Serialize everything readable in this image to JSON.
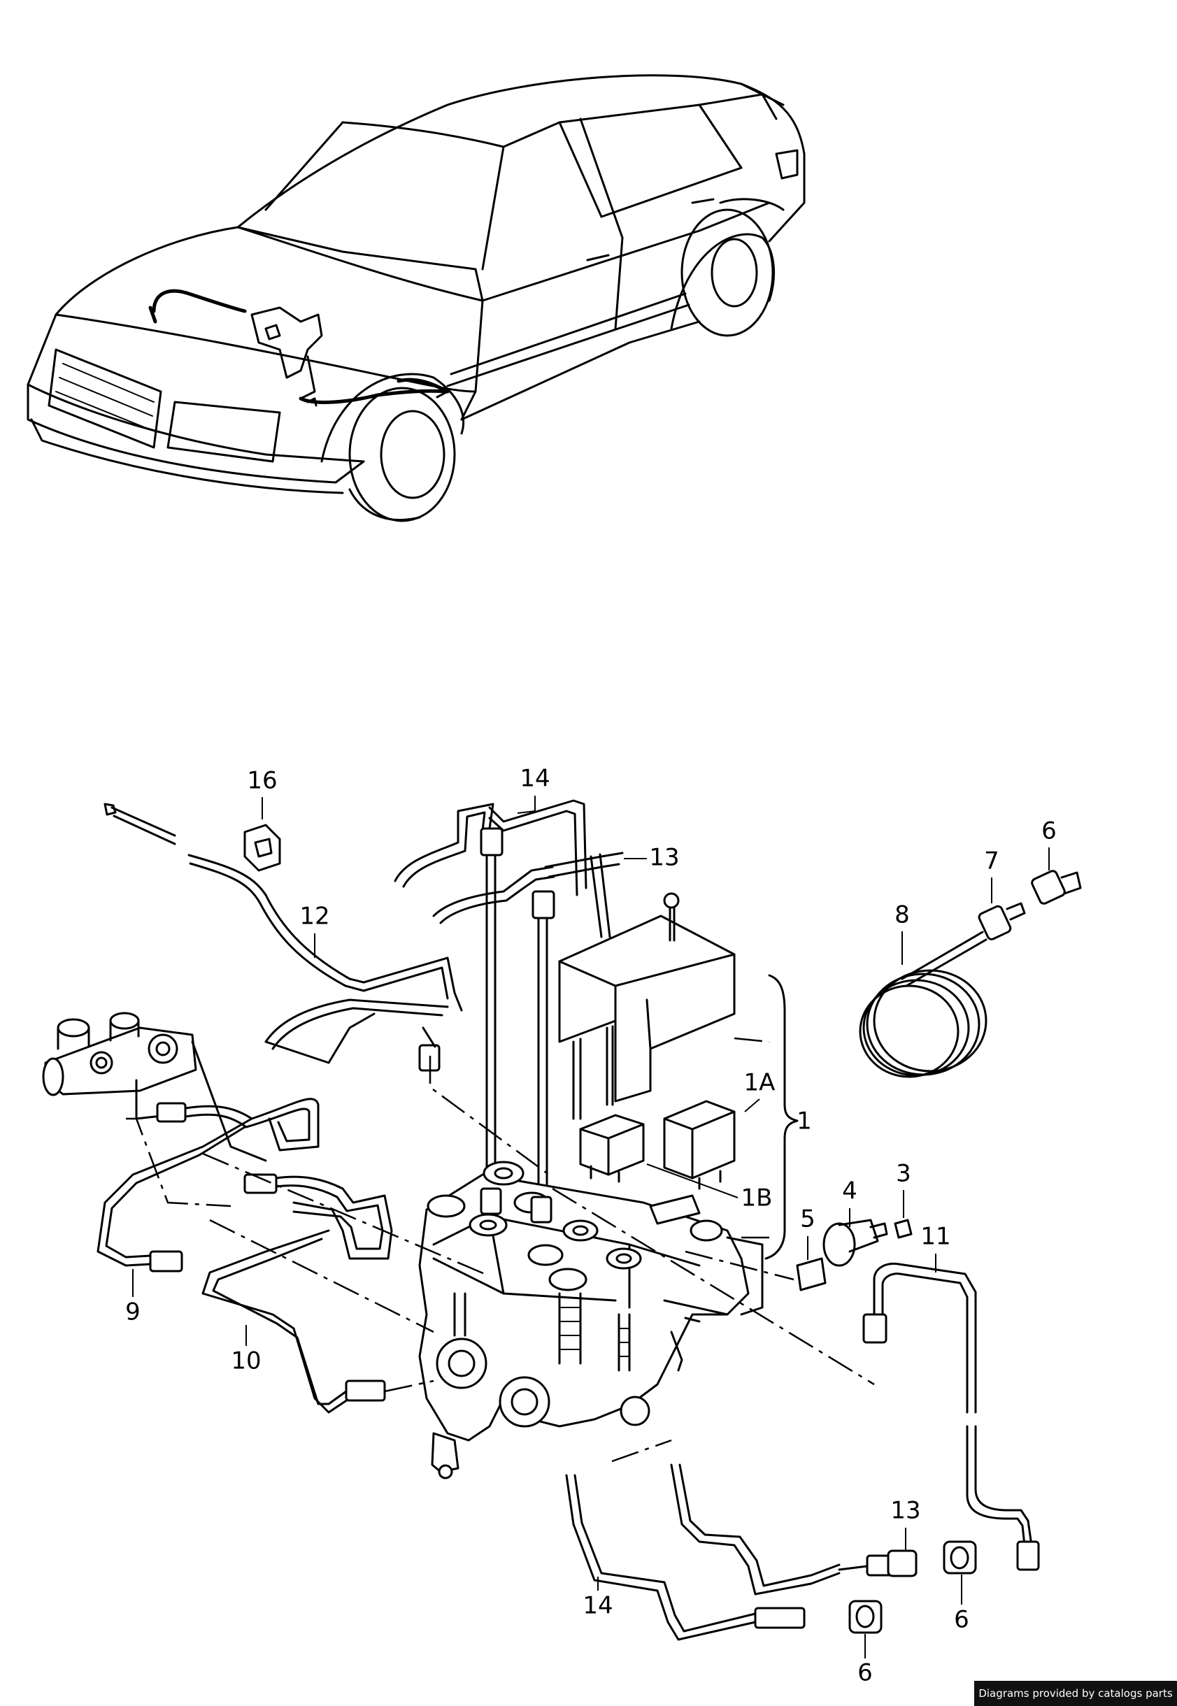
{
  "callouts": {
    "c16": "16",
    "c14_top": "14",
    "c13_top": "13",
    "c12": "12",
    "c6_top": "6",
    "c7": "7",
    "c8": "8",
    "c1A": "1A",
    "c1": "1",
    "c1B": "1B",
    "c3": "3",
    "c4": "4",
    "c5": "5",
    "c11": "11",
    "c9": "9",
    "c10": "10",
    "c13_bottom": "13",
    "c14_bottom": "14",
    "c6_mid": "6",
    "c6_bottom": "6"
  },
  "footer": {
    "credit": "Diagrams provided by catalogs parts"
  }
}
